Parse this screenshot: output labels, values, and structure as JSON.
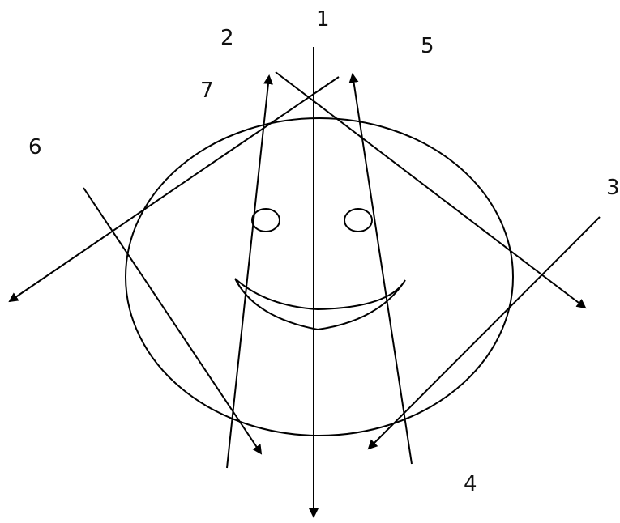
{
  "diagram": {
    "labels": [
      "1",
      "2",
      "3",
      "4",
      "5",
      "6",
      "7"
    ],
    "stroke_color": "#000000",
    "background_color": "#ffffff"
  }
}
